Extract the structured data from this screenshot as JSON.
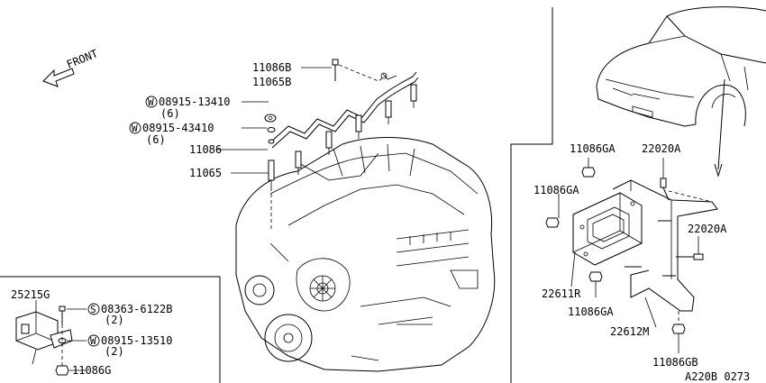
{
  "front_label": "FRONT",
  "labels": {
    "p11086b": "11086B",
    "p11065b": "11065B",
    "w1_code": "08915-13410",
    "w1_qty": "(6)",
    "w2_code": "08915-43410",
    "w2_qty": "(6)",
    "p11086": "11086",
    "p11065": "11065",
    "p11086ga_top": "11086GA",
    "p22020a_top": "22020A",
    "p11086ga_left": "11086GA",
    "p22020a_right": "22020A",
    "p22611r": "22611R",
    "p11086ga_bottom": "11086GA",
    "p22612m": "22612M",
    "p11086gb": "11086GB",
    "p25215g": "25215G",
    "s_code": "08363-6122B",
    "s_qty": "(2)",
    "w3_code": "08915-13510",
    "w3_qty": "(2)",
    "p11086g": "11086G",
    "diagram_id": "A220B 0273"
  },
  "symbols": {
    "washer": "W",
    "screw": "S"
  }
}
